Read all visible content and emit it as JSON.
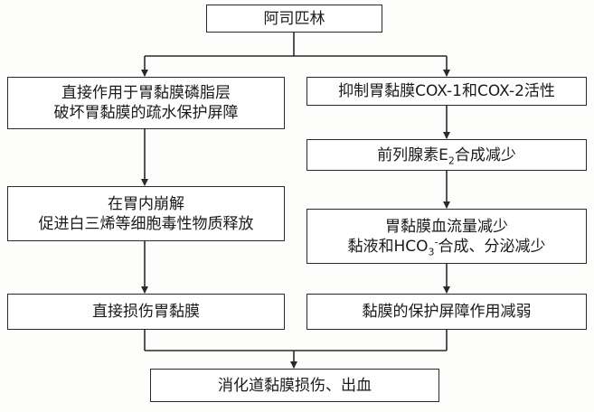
{
  "top": {
    "label": "阿司匹林"
  },
  "left": {
    "step1": {
      "line1": "直接作用于胃黏膜磷脂层",
      "line2": "破坏胃黏膜的疏水保护屏障"
    },
    "step2": {
      "line1": "在胃内崩解",
      "line2": "促进白三烯等细胞毒性物质释放"
    },
    "step3": {
      "label": "直接损伤胃黏膜"
    }
  },
  "right": {
    "step1": {
      "label": "抑制胃黏膜COX-1和COX-2活性"
    },
    "step2": {
      "pre": "前列腺素E",
      "sub": "2",
      "post": "合成减少"
    },
    "step3": {
      "line1": "胃黏膜血流量减少",
      "line2_pre": "黏液和HCO",
      "line2_sub": "3",
      "line2_sup": "-",
      "line2_post": "合成、分泌减少"
    },
    "step4": {
      "label": "黏膜的保护屏障作用减弱"
    }
  },
  "bottom": {
    "label": "消化道黏膜损伤、出血"
  }
}
